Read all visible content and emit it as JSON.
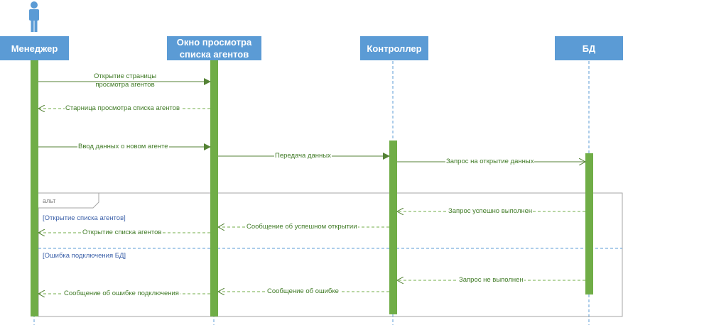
{
  "actor": {
    "icon": "person-icon"
  },
  "participants": [
    {
      "id": "manager",
      "label": "Менеджер"
    },
    {
      "id": "view",
      "label": "Окно просмотра списка агентов"
    },
    {
      "id": "controller",
      "label": "Контроллер"
    },
    {
      "id": "db",
      "label": "БД"
    }
  ],
  "messages": {
    "m1": "Открытие страницы просмотра агентов",
    "m2": "Старница просмотра списка агентов",
    "m3": "Ввод данных о новом агенте",
    "m4": "Передача данных",
    "m5": "Запрос на открытие данных",
    "m6": "Запрос успешно выполнен",
    "m7": "Сообщение об успешном открытии",
    "m8": "Открытие списка агентов",
    "m9": "Запрос не выполнен",
    "m10": "Сообщение об ошибке",
    "m11": "Сообщение об ошибке подключения"
  },
  "alt": {
    "label": "альт",
    "cond1": "[Открытие списка агентов]",
    "cond2": "[Ошибка подключения БД]"
  },
  "colors": {
    "participant": "#5b9bd5",
    "activation": "#70ad47",
    "message": "#548235",
    "lifeline": "#5b9bd5",
    "frame": "#a6a6a6"
  }
}
